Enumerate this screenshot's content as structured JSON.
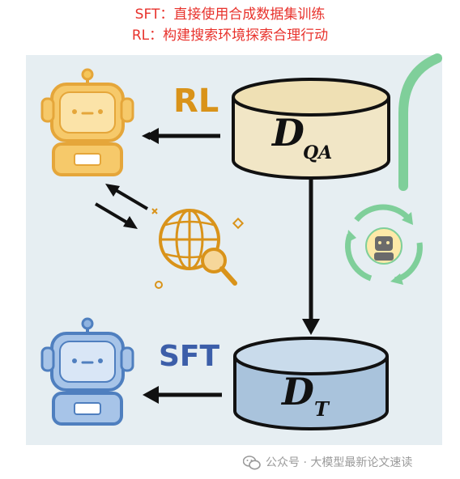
{
  "captions": {
    "sft": "SFT：直接使用合成数据集训练",
    "rl": "RL：构建搜索环境探索合理行动"
  },
  "labels": {
    "rl": "RL",
    "sft": "SFT",
    "dqa_main": "D",
    "dqa_sub": "QA",
    "dt_main": "D",
    "dt_sub": "T"
  },
  "icons": {
    "rl_robot": "robot-icon",
    "sft_robot": "robot-icon",
    "globe": "globe-search-icon",
    "cycle": "recycle-robot-icon"
  },
  "colors": {
    "caption": "#e8322c",
    "rl": "#d9931a",
    "sft": "#3c5ea9",
    "dqa_fill": "#f1e6c6",
    "dt_fill": "#a9c3dc",
    "green": "#7fcf9a"
  },
  "footer": {
    "text": "公众号 · 大模型最新论文速读"
  }
}
